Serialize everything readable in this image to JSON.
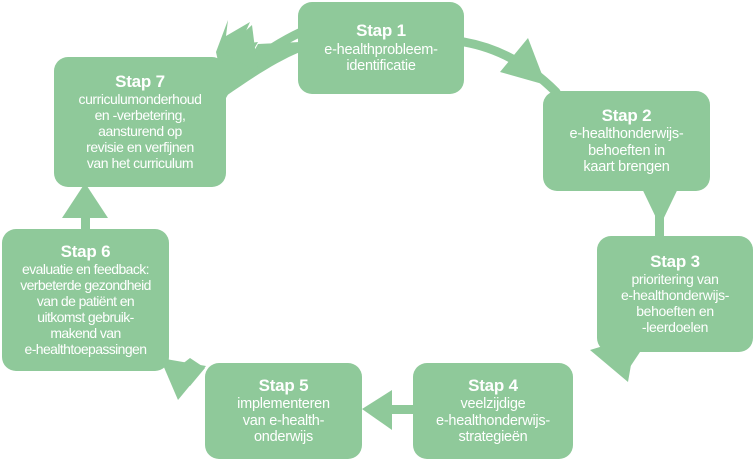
{
  "diagram": {
    "type": "cyclical-process",
    "step_count": 7,
    "colors": {
      "box_fill": "#8FC99A",
      "arrow_fill": "#8FC99A",
      "text": "#FFFFFF",
      "background": "#FFFFFF"
    },
    "steps": [
      {
        "id": "step-1",
        "title": "Stap 1",
        "lines": [
          "e-healthprobleem-",
          "identificatie"
        ]
      },
      {
        "id": "step-2",
        "title": "Stap 2",
        "lines": [
          "e-healthonderwijs-",
          "behoeften in",
          "kaart brengen"
        ]
      },
      {
        "id": "step-3",
        "title": "Stap 3",
        "lines": [
          "prioritering van",
          "e-healthonderwijs-",
          "behoeften en",
          "-leerdoelen"
        ]
      },
      {
        "id": "step-4",
        "title": "Stap 4",
        "lines": [
          "veelzijdige",
          "e-healthonderwijs-",
          "strategieën"
        ]
      },
      {
        "id": "step-5",
        "title": "Stap 5",
        "lines": [
          "implementeren",
          "van e-health-",
          "onderwijs"
        ]
      },
      {
        "id": "step-6",
        "title": "Stap 6",
        "lines": [
          "evaluatie en feedback:",
          "verbeterde gezondheid",
          "van de patiënt en",
          "uitkomst gebruik-",
          "makend van",
          "e-healthtoepassingen"
        ]
      },
      {
        "id": "step-7",
        "title": "Stap 7",
        "lines": [
          "curriculumonderhoud",
          "en -verbetering,",
          "aansturend op",
          "revisie en verfijnen",
          "van het curriculum"
        ]
      }
    ],
    "arrows": [
      {
        "id": "arrow-7-to-1",
        "from": "step-7",
        "to": "step-1",
        "direction": "up-right"
      },
      {
        "id": "arrow-1-to-2",
        "from": "step-1",
        "to": "step-2",
        "direction": "down-right"
      },
      {
        "id": "arrow-2-to-3",
        "from": "step-2",
        "to": "step-3",
        "direction": "down"
      },
      {
        "id": "arrow-3-to-4",
        "from": "step-3",
        "to": "step-4",
        "direction": "down-left"
      },
      {
        "id": "arrow-4-to-5",
        "from": "step-4",
        "to": "step-5",
        "direction": "left"
      },
      {
        "id": "arrow-5-to-6",
        "from": "step-5",
        "to": "step-6",
        "direction": "up-left"
      },
      {
        "id": "arrow-6-to-7",
        "from": "step-6",
        "to": "step-7",
        "direction": "up"
      }
    ]
  }
}
